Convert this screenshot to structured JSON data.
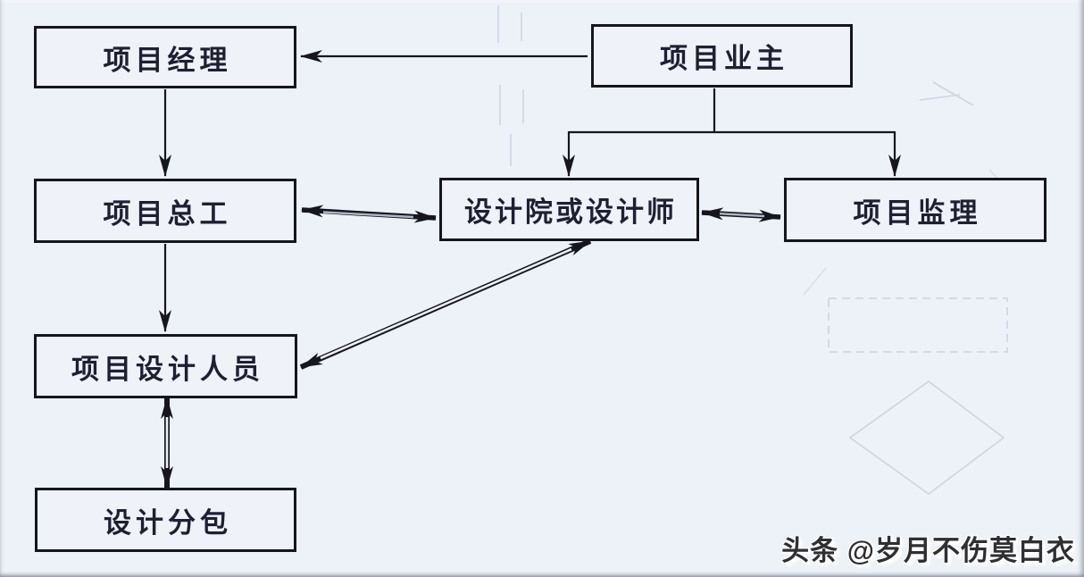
{
  "diagram": {
    "nodes": [
      {
        "id": "project-manager",
        "label": "项目经理"
      },
      {
        "id": "project-owner",
        "label": "项目业主"
      },
      {
        "id": "chief-engineer",
        "label": "项目总工"
      },
      {
        "id": "design-institute",
        "label": "设计院或设计师"
      },
      {
        "id": "project-supervisor",
        "label": "项目监理"
      },
      {
        "id": "design-staff",
        "label": "项目设计人员"
      },
      {
        "id": "design-subcontract",
        "label": "设计分包"
      }
    ],
    "edges": [
      {
        "from": "项目业主",
        "to": "项目经理",
        "direction": "one-way"
      },
      {
        "from": "项目经理",
        "to": "项目总工",
        "direction": "one-way"
      },
      {
        "from": "项目总工",
        "to": "项目设计人员",
        "direction": "one-way"
      },
      {
        "from": "项目业主",
        "to": "设计院或设计师",
        "direction": "one-way"
      },
      {
        "from": "项目业主",
        "to": "项目监理",
        "direction": "one-way"
      },
      {
        "from": "项目总工",
        "to": "设计院或设计师",
        "direction": "two-way"
      },
      {
        "from": "设计院或设计师",
        "to": "项目监理",
        "direction": "two-way"
      },
      {
        "from": "设计院或设计师",
        "to": "项目设计人员",
        "direction": "two-way"
      },
      {
        "from": "项目设计人员",
        "to": "设计分包",
        "direction": "two-way"
      }
    ]
  },
  "watermark": {
    "text": "头条 @岁月不伤莫白衣"
  },
  "colors": {
    "background": "#edf1f8",
    "box_border": "#15151f",
    "box_fill": "#eff2f8",
    "text": "#1f1f33",
    "line": "#16161f",
    "double_line_gap": "#aeb6c4",
    "ghost": "#c7d0df",
    "watermark_text": "#2f2f33"
  }
}
